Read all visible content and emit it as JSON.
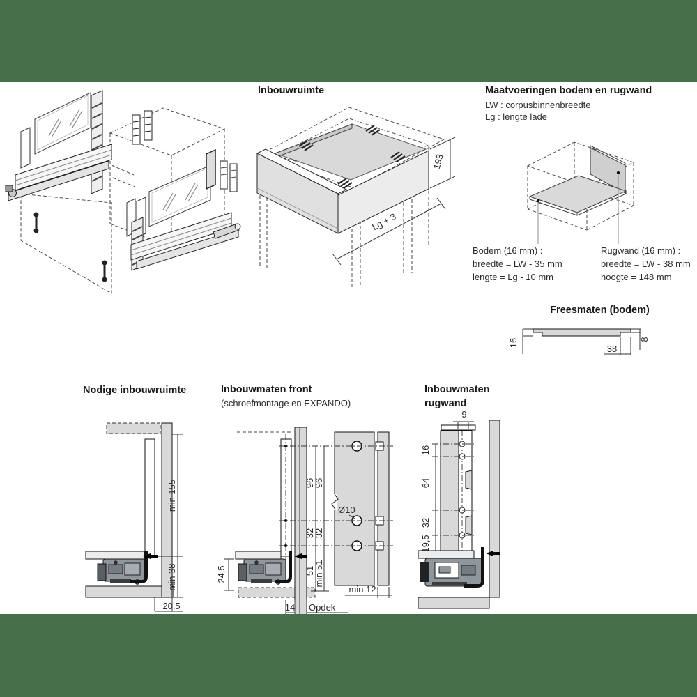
{
  "colors": {
    "band_green": "#467049",
    "panel_gray": "#d9d9d9",
    "slide_gray": "#8f969c"
  },
  "inbouwruimte": {
    "title": "Inbouwruimte",
    "dim_height": "193",
    "dim_length": "Lg + 3"
  },
  "maatvoeringen": {
    "title": "Maatvoeringen bodem en rugwand",
    "legend_lw": "LW : corpusbinnenbreedte",
    "legend_lg": "Lg : lengte lade",
    "bodem": {
      "heading": "Bodem (16 mm) :",
      "breedte": "breedte = LW - 35 mm",
      "lengte": "lengte = Lg - 10 mm"
    },
    "rugwand": {
      "heading": "Rugwand (16 mm) :",
      "breedte": "breedte = LW - 38 mm",
      "hoogte": "hoogte = 148 mm"
    }
  },
  "freesmaten": {
    "title": "Freesmaten (bodem)",
    "dim_thickness": "16",
    "dim_rebate_width": "38",
    "dim_rebate_thickness": "8"
  },
  "nodige": {
    "title": "Nodige inbouwruimte",
    "dim_top": "min 155",
    "dim_bottom": "min 38",
    "dim_depth": "20,5"
  },
  "front": {
    "title": "Inbouwmaten front",
    "subtitle": "(schroefmontage en EXPANDO)",
    "dim_96_inner": "96",
    "dim_96_outer": "96",
    "dim_32_inner": "32",
    "dim_32_outer": "32",
    "dim_51": "51",
    "dim_min51": "min 51",
    "dim_hole": "Ø10",
    "dim_min12": "min 12",
    "dim_14": "14",
    "opdek": "Opdek",
    "dim_245": "24,5"
  },
  "rugwand_inbouw": {
    "title_line1": "Inbouwmaten",
    "title_line2": "rugwand",
    "dim_9": "9",
    "dim_16": "16",
    "dim_64": "64",
    "dim_32": "32",
    "dim_19": "19,5"
  }
}
